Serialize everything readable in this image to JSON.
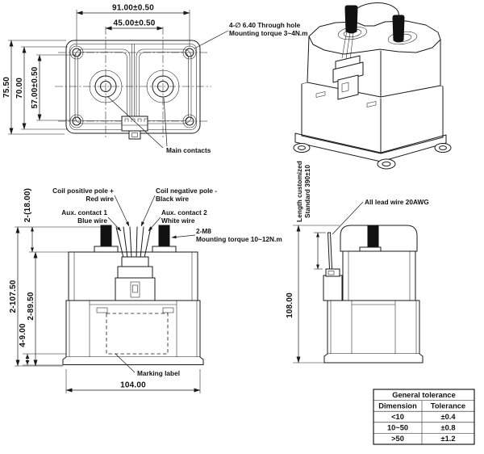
{
  "drawing_type": "contactor-dimensional-drawing",
  "colors": {
    "line": "#1a1a1a",
    "background": "#ffffff",
    "terminal_stud": "#111111"
  },
  "top_view": {
    "dim_width": "91.00±0.50",
    "dim_contacts": "45.00±0.50",
    "dim_height": "75.50",
    "dim_holes": "70.00",
    "dim_inner": "57.00±0.50",
    "note_hole_1": "4-∅ 6.40 Through hole",
    "note_hole_2": "Mounting torque 3~4N.m",
    "label_main_contacts": "Main contacts"
  },
  "front_view": {
    "dim_stud": "2-(18.00)",
    "dim_total": "2-107.50",
    "dim_body": "2-89.50",
    "dim_foot": "4-9.00",
    "dim_width": "104.00",
    "label_coil_pos_1": "Coil positive pole +",
    "label_coil_pos_2": "Red wire",
    "label_coil_neg_1": "Coil negative pole -",
    "label_coil_neg_2": "Black wire",
    "label_aux1_1": "Aux. contact 1",
    "label_aux1_2": "Blue wire",
    "label_aux2_1": "Aux. contact 2",
    "label_aux2_2": "White wire",
    "label_m8_1": "2-M8",
    "label_m8_2": "Mounting torque 10~12N.m",
    "label_marking": "Marking label"
  },
  "side_view": {
    "dim_height": "108.00",
    "dim_wire_1": "Length customized",
    "dim_wire_2": "Standard 390±10",
    "label_wire": "All lead wire 20AWG"
  },
  "tolerance_table": {
    "title": "General tolerance",
    "col1": "Dimension",
    "col2": "Tolerance",
    "rows": [
      {
        "dim": "<10",
        "tol": "±0.4"
      },
      {
        "dim": "10~50",
        "tol": "±0.8"
      },
      {
        "dim": ">50",
        "tol": "±1.2"
      }
    ]
  }
}
